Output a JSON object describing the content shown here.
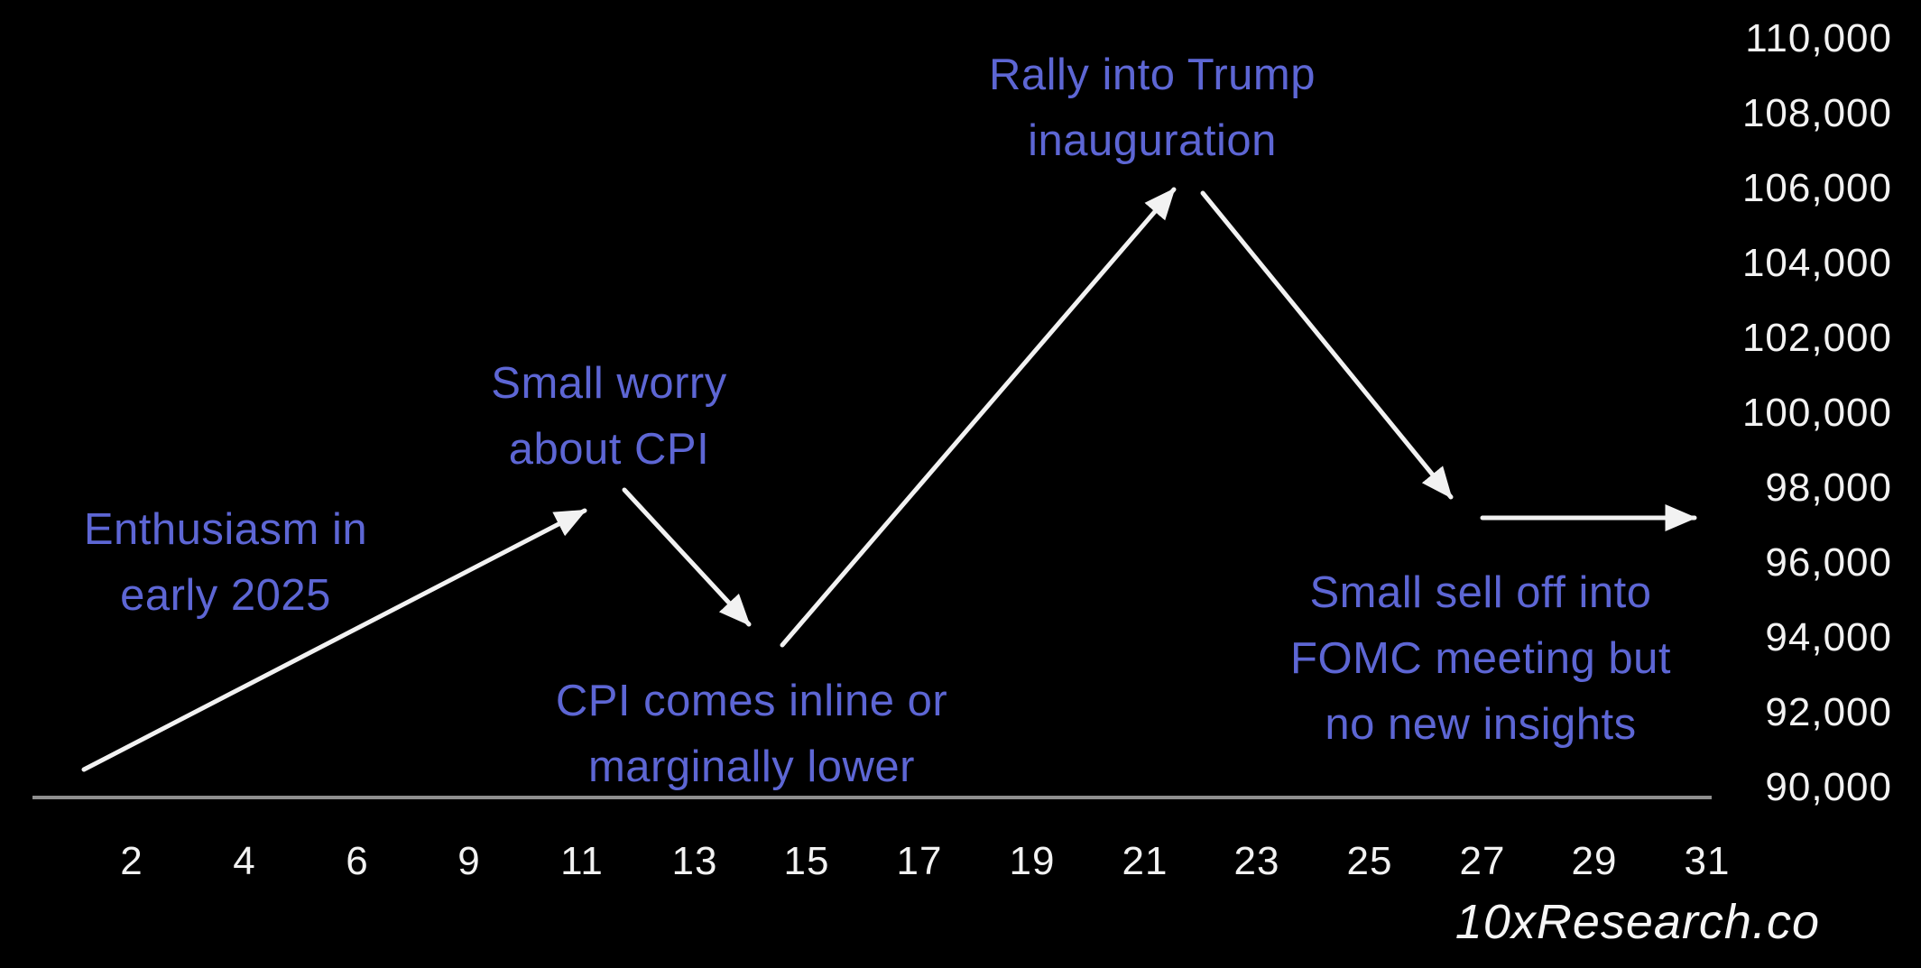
{
  "colors": {
    "background": "#000000",
    "annotation_text": "#5d66d4",
    "price_line": "#f2f2f2",
    "axis_line": "#8f8f8f",
    "tick_text": "#f2f2f2",
    "watermark_text": "#f5f5f5"
  },
  "y_axis": {
    "labels": [
      "110,000",
      "108,000",
      "106,000",
      "104,000",
      "102,000",
      "100,000",
      "98,000",
      "96,000",
      "94,000",
      "92,000",
      "90,000"
    ]
  },
  "x_axis": {
    "labels": [
      "2",
      "4",
      "6",
      "9",
      "11",
      "13",
      "15",
      "17",
      "19",
      "21",
      "23",
      "25",
      "27",
      "29",
      "31"
    ]
  },
  "annotations": [
    {
      "id": "enthusiasm",
      "lines": [
        "Enthusiasm in",
        "early 2025"
      ]
    },
    {
      "id": "small-worry",
      "lines": [
        "Small worry",
        "about CPI"
      ]
    },
    {
      "id": "rally",
      "lines": [
        "Rally into Trump",
        "inauguration"
      ]
    },
    {
      "id": "cpi-inline",
      "lines": [
        "CPI comes inline or",
        "marginally lower"
      ]
    },
    {
      "id": "fomc",
      "lines": [
        "Small sell off into",
        "FOMC meeting but",
        "no new insights"
      ]
    }
  ],
  "watermark": "10xResearch.co",
  "chart_data": {
    "type": "line",
    "title": "",
    "xlabel": "",
    "ylabel": "",
    "x_tick_labels": [
      "2",
      "4",
      "6",
      "9",
      "11",
      "13",
      "15",
      "17",
      "19",
      "21",
      "23",
      "25",
      "27",
      "29",
      "31"
    ],
    "y_tick_labels": [
      "110,000",
      "108,000",
      "106,000",
      "104,000",
      "102,000",
      "100,000",
      "98,000",
      "96,000",
      "94,000",
      "92,000",
      "90,000"
    ],
    "ylim": [
      89700,
      110500
    ],
    "grid": false,
    "legend": "none",
    "style": "hand-drawn arrow segments on black background, projected price path",
    "segments": [
      {
        "name": "rise-into-mid-january",
        "from": {
          "day": 1,
          "price": 90500
        },
        "to": {
          "day": 11.5,
          "price": 97700
        },
        "annotation": "Enthusiasm in early 2025"
      },
      {
        "name": "dip-after-cpi-worry",
        "from": {
          "day": 12,
          "price": 98000
        },
        "to": {
          "day": 14.5,
          "price": 94100
        },
        "annotation_peak": "Small worry about CPI",
        "annotation_trough": "CPI comes inline or marginally lower"
      },
      {
        "name": "rally-to-inauguration",
        "from": {
          "day": 15,
          "price": 93900
        },
        "to": {
          "day": 21.5,
          "price": 106300
        },
        "annotation": "Rally into Trump inauguration"
      },
      {
        "name": "selloff-into-fomc",
        "from": {
          "day": 22,
          "price": 106000
        },
        "to": {
          "day": 26.5,
          "price": 97500
        },
        "annotation": "Small sell off into FOMC meeting but no new insights"
      },
      {
        "name": "flat-into-month-end",
        "from": {
          "day": 27,
          "price": 97200
        },
        "to": {
          "day": 31,
          "price": 97200
        },
        "annotation": ""
      }
    ]
  }
}
